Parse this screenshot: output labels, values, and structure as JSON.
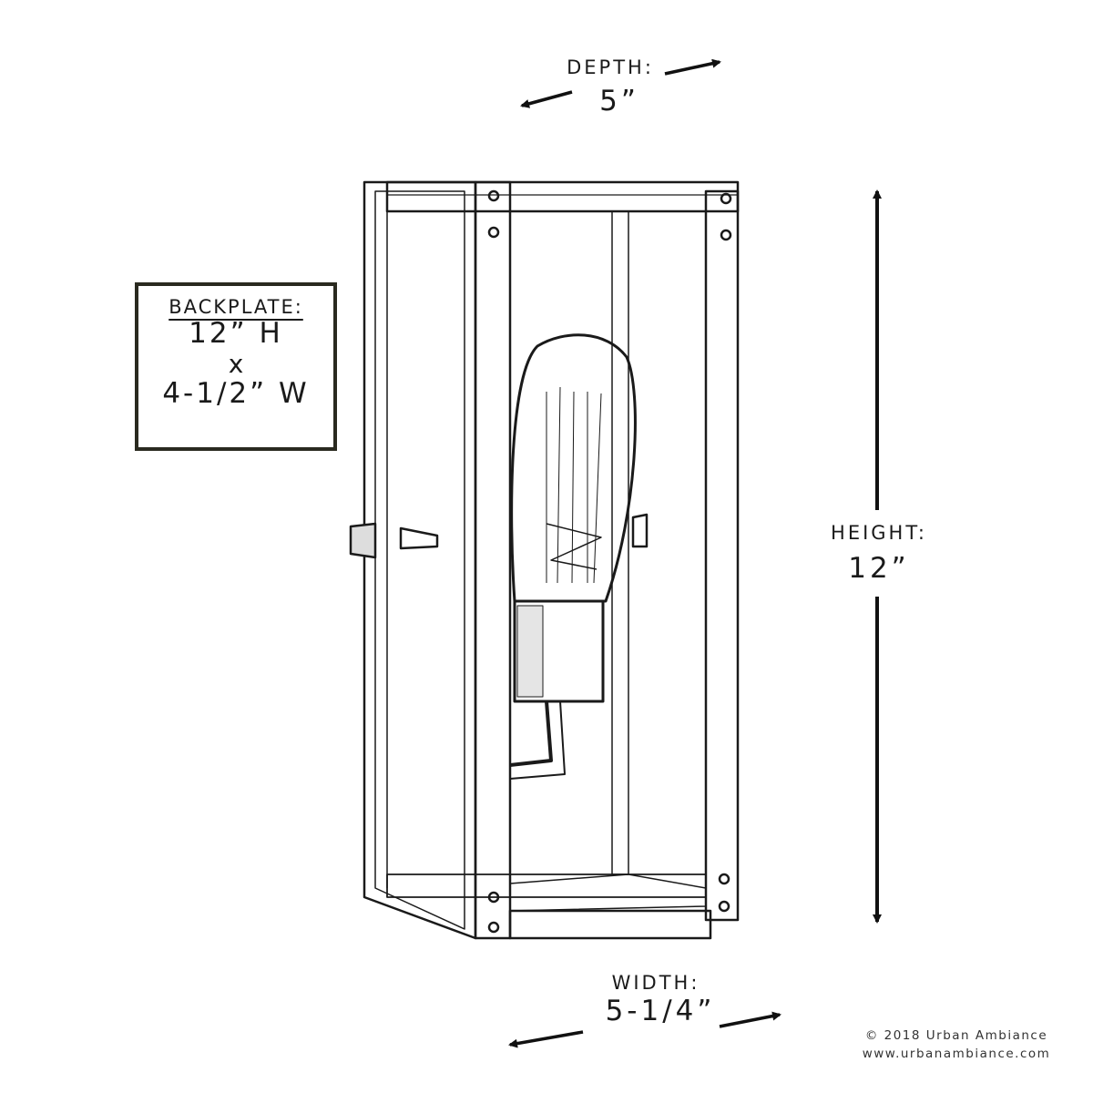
{
  "dimensions": {
    "depth": {
      "label": "DEPTH:",
      "value": "5”"
    },
    "height": {
      "label": "HEIGHT:",
      "value": "12”"
    },
    "width": {
      "label": "WIDTH:",
      "value": "5-1/4”"
    }
  },
  "backplate": {
    "title": "BACKPLATE:",
    "height": "12” H",
    "separator": "x",
    "width": "4-1/2” W"
  },
  "footer": {
    "copyright": "© 2018 Urban Ambiance",
    "website": "www.urbanambiance.com"
  },
  "colors": {
    "ink": "#1a1a1a",
    "background": "#ffffff"
  }
}
